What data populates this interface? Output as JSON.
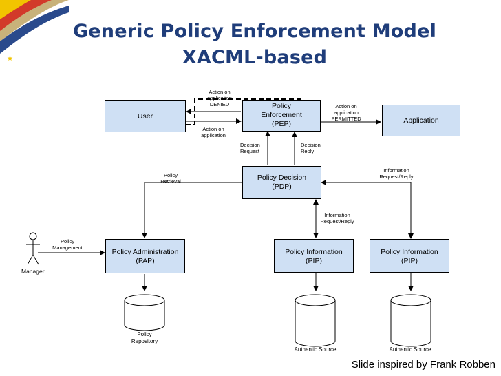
{
  "title": {
    "line1": "Generic Policy Enforcement Model",
    "line2": "XACML-based"
  },
  "boxes": {
    "user": {
      "label": "User"
    },
    "pep": {
      "line1": "Policy",
      "line2": "Enforcement",
      "line3": "(PEP)"
    },
    "application": {
      "label": "Application"
    },
    "pdp": {
      "line1": "Policy Decision",
      "line2": "(PDP)"
    },
    "pap": {
      "line1": "Policy Administration",
      "line2": "(PAP)"
    },
    "pip1": {
      "line1": "Policy Information",
      "line2": "(PIP)"
    },
    "pip2": {
      "line1": "Policy Information",
      "line2": "(PIP)"
    }
  },
  "labels": {
    "denied": {
      "line1": "Action on",
      "line2": "application",
      "line3": "DENIED"
    },
    "action_user": {
      "line1": "Action on",
      "line2": "application"
    },
    "permitted": {
      "line1": "Action on",
      "line2": "application",
      "line3": "PERMITTED"
    },
    "decision_request": {
      "line1": "Decision",
      "line2": "Request"
    },
    "decision_reply": {
      "line1": "Decision",
      "line2": "Reply"
    },
    "policy_retrieval": {
      "line1": "Policy",
      "line2": "Retrieval"
    },
    "info_right": {
      "line1": "Information",
      "line2": "Request/Reply"
    },
    "info_mid": {
      "line1": "Information",
      "line2": "Request/Reply"
    },
    "policy_management": {
      "line1": "Policy",
      "line2": "Management"
    }
  },
  "actor": {
    "label": "Manager"
  },
  "repositories": {
    "policy": {
      "line1": "Policy",
      "line2": "Repository"
    },
    "auth1": {
      "label": "Authentic Source"
    },
    "auth2": {
      "label": "Authentic Source"
    }
  },
  "credit": "Slide inspired by Frank Robben",
  "colors": {
    "title": "#1f3d7a",
    "box_fill": "#cfe0f4",
    "lines": "#000000"
  }
}
